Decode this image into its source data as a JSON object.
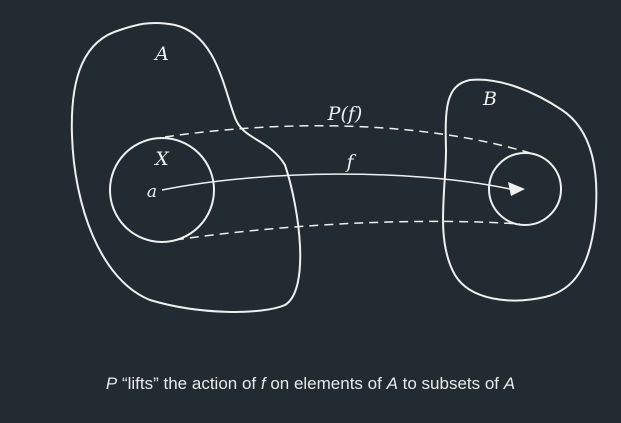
{
  "labels": {
    "set_a": "A",
    "set_b": "B",
    "subset_x": "X",
    "element_a": "a",
    "lifted_map": "P(f)",
    "map": "f"
  },
  "caption": {
    "p": "P",
    "text1": " “lifts” the action of ",
    "f": "f",
    "text2": " on elements of ",
    "a1": "A",
    "text3": " to subsets of ",
    "a2": "A"
  },
  "colors": {
    "background": "#222b31",
    "stroke": "#eef0f0"
  }
}
